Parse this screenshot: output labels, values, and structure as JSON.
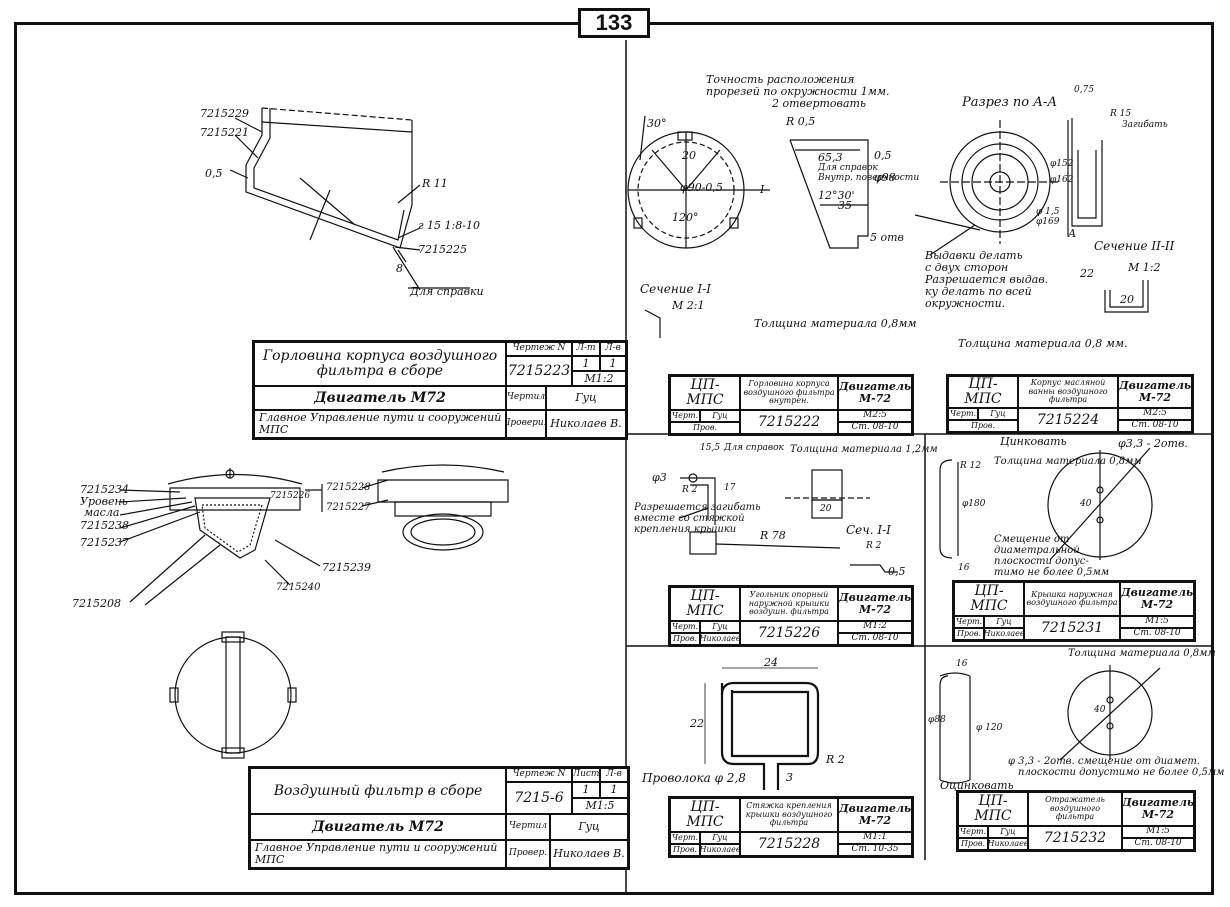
{
  "page_number": "133",
  "notes": {
    "a_ref1": "7215229",
    "a_ref2": "7215221",
    "a_dim1": "0,5",
    "a_dim2": "R 11",
    "a_note1": "г 15 1:8-10",
    "a_ref3": "7215225",
    "a_dim3": "8",
    "a_note2": "Для справки",
    "b_note1": "Точность расположения",
    "b_note2": "прорезей по окружности 1мм.",
    "b_note3": "2 отвертовать",
    "b_r": "R 0,5",
    "b_ang": "30°",
    "b_dim1": "20",
    "b_dim2": "φ90-0,5",
    "b_dim3": "120°",
    "b_sec": "I",
    "b_d1": "65,3",
    "b_d2": "Для справок",
    "b_d3": "Внутр. поверхности",
    "b_d4": "12°30'",
    "b_d5": "35",
    "b_d6": "5 отв",
    "b_d7": "φ98",
    "b_d8": "0,5",
    "b_section": "Сечение I-I",
    "b_scale": "М 2:1",
    "b_thick": "Толщина материала 0,8мм",
    "c_title": "Разрез по А-А",
    "c_d1": "0,75",
    "c_d2": "R 15",
    "c_d3": "Загибать",
    "c_d4": "φ152",
    "c_d5": "φ162",
    "c_d6": "φ 1,5",
    "c_d7": "φ169",
    "c_a": "А",
    "c_note1": "Выдавки делать",
    "c_note2": "с двух сторон",
    "c_note3": "Разрешается выдав.",
    "c_note4": "ку делать по всей",
    "c_note5": "окружности.",
    "c_section": "Сечение II-II",
    "c_scale": "М 1:2",
    "c_d8": "22",
    "c_d9": "20",
    "c_thick": "Толщина материала 0,8 мм.",
    "d_d1": "15,5",
    "d_note1": "Для справок",
    "d_thick": "Толщина материала 1,2мм",
    "d_d2": "φ3",
    "d_d3": "R 2",
    "d_d4": "17",
    "d_note2": "Разрешается загибать",
    "d_note3": "вместе со стяжкой",
    "d_note4": "крепления крышки",
    "d_r": "R 78",
    "d_d5": "20",
    "d_sec": "Сеч. I-I",
    "d_d6": "0,5",
    "d_d7": "R 2",
    "e_note1": "Цинковать",
    "e_d1": "φ3,3 - 2отв.",
    "e_thick": "Толщина материала 0,8мм",
    "e_d2": "R 12",
    "e_d3": "φ180",
    "e_d4": "40",
    "e_note2": "Смещение от",
    "e_note3": "диаметральной",
    "e_note4": "плоскости допус-",
    "e_note5": "тимо не более 0,5мм",
    "e_d5": "16",
    "f_d1": "24",
    "f_d2": "22",
    "f_d3": "R 2",
    "f_d4": "3",
    "f_wire": "Проволока φ 2,8",
    "g_thick": "Толщина материала 0,8мм",
    "g_d1": "16",
    "g_d2": "φ88",
    "g_d3": "φ 120",
    "g_d4": "40",
    "g_note1": "φ 3,3 - 2отв. смещение от диамет.",
    "g_note2": "плоскости допустимо не более 0,5мм",
    "g_zinc": "Оцинковать",
    "h_ref1": "7215234",
    "h_ref2": "Уровень",
    "h_ref3": "масла",
    "h_ref4": "7215238",
    "h_ref5": "7215237",
    "h_ref6": "7215208",
    "h_ref7": "7215228",
    "h_ref8": "7215227",
    "h_ref9": "7215239",
    "h_ref10": "7215240",
    "h_ref11": "7215226"
  },
  "title_blocks": {
    "neck": {
      "name": "Горловина корпуса воздушного фильтра в сборе",
      "drawing_no_label": "Чертеж N",
      "drawing_no": "7215223",
      "sheet_label": "Л-т",
      "sheets_label": "Л-в",
      "sheet": "1",
      "sheets": "1",
      "scale": "М1:2",
      "engine": "Двигатель М72",
      "drawn_label": "Чертил",
      "drawn": "Гуц",
      "org": "Главное Управление пути и сооружений МПС",
      "checked_label": "Проверил",
      "checked": "Николаев В."
    },
    "assembly": {
      "name": "Воздушный фильтр в сборе",
      "drawing_no_label": "Чертеж N",
      "drawing_no": "7215-6",
      "sheet_label": "Лист",
      "sheets_label": "Л-в",
      "sheet": "1",
      "sheets": "1",
      "scale": "М1:5",
      "engine": "Двигатель М72",
      "drawn_label": "Чертил",
      "drawn": "Гуц",
      "org": "Главное Управление пути и сооружений МПС",
      "checked_label": "Провер.",
      "checked": "Николаев В."
    },
    "b": {
      "org": "ЦП-МПС",
      "name": "Горловина корпуса воздушного фильтра внутрен.",
      "engine": "Двигатель М-72",
      "drawn_label": "Черт.",
      "checked_label": "Пров.",
      "drawn": "Гуц",
      "number": "7215222",
      "scale": "М2:5",
      "material": "Ст. 08-10"
    },
    "c": {
      "org": "ЦП-МПС",
      "name": "Корпус масляной ванны воздушного фильтра",
      "engine": "Двигатель М-72",
      "drawn_label": "Черт.",
      "checked_label": "Пров.",
      "drawn": "Гуц",
      "number": "7215224",
      "scale": "М2:5",
      "material": "Ст. 08-10"
    },
    "d": {
      "org": "ЦП-МПС",
      "name": "Угольник опорный наружной крышки воздушн. фильтра",
      "engine": "Двигатель М-72",
      "drawn_label": "Черт.",
      "checked_label": "Пров.",
      "drawn": "Гуц",
      "checker": "Николаев",
      "number": "7215226",
      "scale": "М1:2",
      "material": "Ст. 08-10"
    },
    "e": {
      "org": "ЦП-МПС",
      "name": "Крышка наружная воздушного фильтра",
      "engine": "Двигатель М-72",
      "drawn_label": "Черт.",
      "checked_label": "Пров.",
      "drawn": "Гуц",
      "checker": "Николаев",
      "number": "7215231",
      "scale": "М1:5",
      "material": "Ст. 08-10"
    },
    "f": {
      "org": "ЦП-МПС",
      "name": "Стяжка крепления крышки воздушного фильтра",
      "engine": "Двигатель М-72",
      "drawn_label": "Черт.",
      "checked_label": "Пров.",
      "drawn": "Гуц",
      "checker": "Николаев",
      "number": "7215228",
      "scale": "М1:1",
      "material": "Ст. 10-35"
    },
    "g": {
      "org": "ЦП-МПС",
      "name": "Отражатель воздушного фильтра",
      "engine": "Двигатель М-72",
      "drawn_label": "Черт.",
      "checked_label": "Пров.",
      "drawn": "Гуц",
      "checker": "Николаев",
      "number": "7215232",
      "scale": "М1:5",
      "material": "Ст. 08-10"
    }
  }
}
